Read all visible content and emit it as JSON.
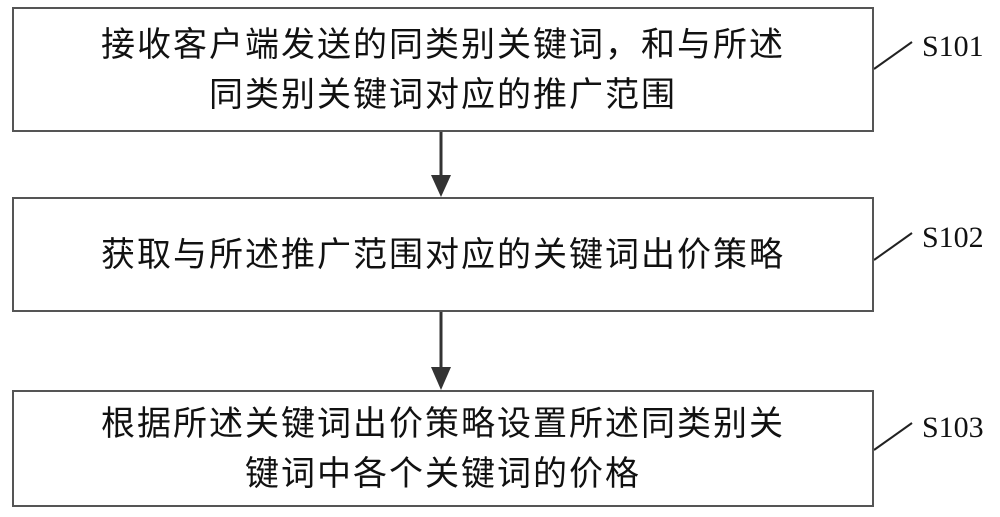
{
  "steps": [
    {
      "id": "S101",
      "text_line1": "接收客户端发送的同类别关键词，和与所述",
      "text_line2": "同类别关键词对应的推广范围"
    },
    {
      "id": "S102",
      "text_line1": "获取与所述推广范围对应的关键词出价策略"
    },
    {
      "id": "S103",
      "text_line1": "根据所述关键词出价策略设置所述同类别关",
      "text_line2": "键词中各个关键词的价格"
    }
  ]
}
